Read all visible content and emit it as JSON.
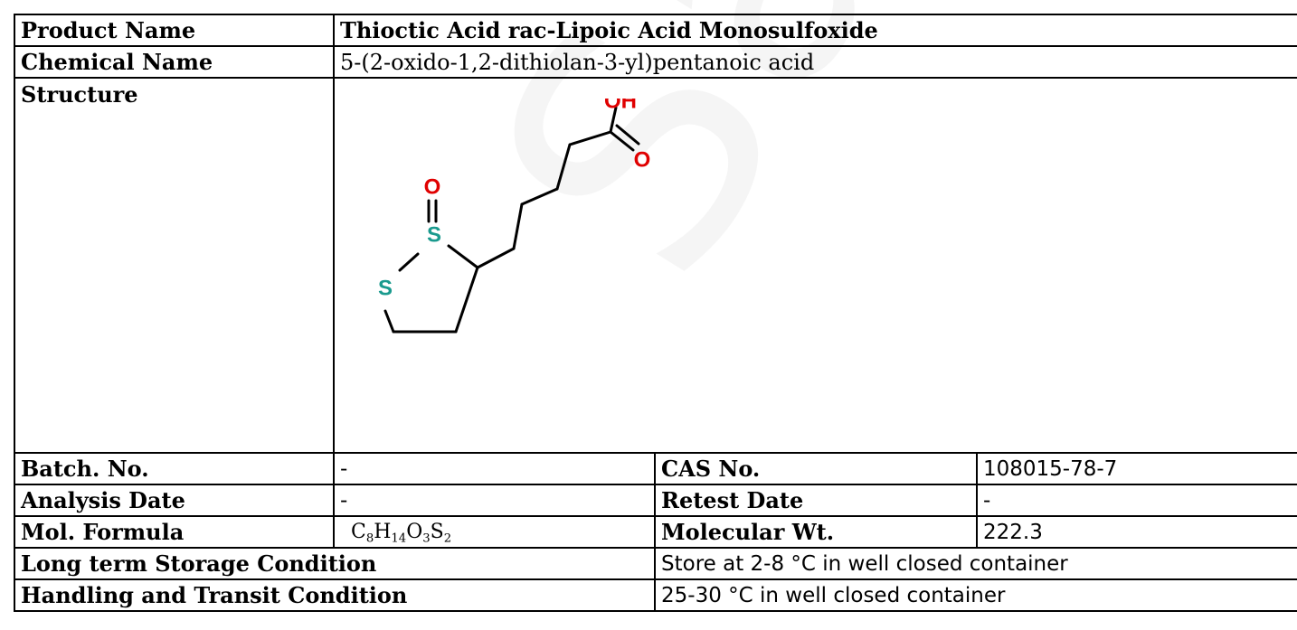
{
  "document": {
    "watermark": "Sample COA",
    "rows": {
      "product_name": {
        "label": "Product Name",
        "value": "Thioctic Acid rac-Lipoic Acid Monosulfoxide"
      },
      "chemical_name": {
        "label": "Chemical Name",
        "value": "5-(2-oxido-1,2-dithiolan-3-yl)pentanoic acid"
      },
      "structure": {
        "label": "Structure",
        "atoms": {
          "oh": "OH",
          "o_carbonyl": "O",
          "o_sulfoxide": "O",
          "s_sulfoxide": "S",
          "s_ring": "S"
        },
        "colors": {
          "oxygen": "#e00000",
          "sulfur": "#1a9a8e"
        }
      },
      "batch": {
        "label": "Batch. No.",
        "value": "-",
        "label2": "CAS No.",
        "value2": "108015-78-7"
      },
      "analysis": {
        "label": "Analysis Date",
        "value": "-",
        "label2": "Retest Date",
        "value2": "-"
      },
      "formula": {
        "label": "Mol. Formula",
        "parts": {
          "c": "C",
          "c_n": "8",
          "h": "H",
          "h_n": "14",
          "o": "O",
          "o_n": "3",
          "s": "S",
          "s_n": "2"
        },
        "label2": "Molecular Wt.",
        "value2": "222.3"
      },
      "storage": {
        "label": "Long term Storage Condition",
        "value": "Store at 2-8 °C in well closed container"
      },
      "handling": {
        "label": "Handling and Transit Condition",
        "value": "25-30 °C in well closed container"
      }
    }
  }
}
